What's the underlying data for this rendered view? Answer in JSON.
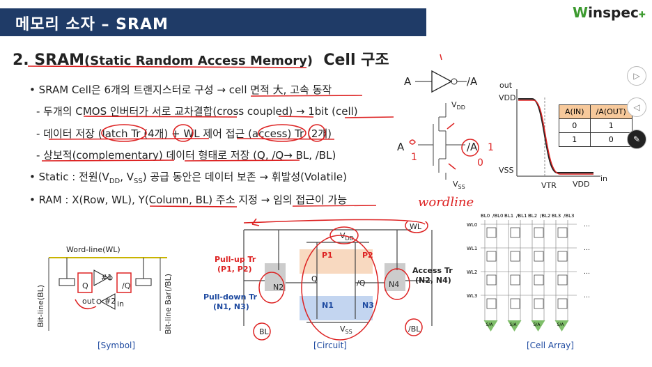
{
  "title": "메모리 소자 – SRAM",
  "logo": {
    "w": "W",
    "rest": "inspec"
  },
  "heading": {
    "main": "2. SRAM",
    "paren": "(Static Random Access Memory)",
    "tail": "Cell 구조"
  },
  "bullets": [
    "• SRAM Cell은 6개의 트랜지스터로 구성 → cell 면적 大, 고속 동작",
    "- 두개의 CMOS 인버터가 서로 교차결합(cross coupled) → 1bit (cell)",
    "- 데이터 저장 (latch Tr (4개) + WL 제어 접근 (access) Tr (2개)",
    "- 상보적(complementary) 데이터 형태로 저장 (Q, /Q→ BL, /BL)",
    "• Static : 전원(V",
    "• RAM : X(Row, WL), Y(Column, BL)  주소 지정 → 임의 접근이 가능"
  ],
  "static_line": {
    "a": "• Static : 전원(V",
    "dd": "DD",
    "b": ", V",
    "ss": "SS",
    "c": ") 공급 동안은 데이터 보존 → 휘발성(Volatile)"
  },
  "inverter": {
    "a": "A",
    "out": "/A",
    "vdd": "V",
    "vdd_sub": "DD",
    "vss": "V",
    "vss_sub": "SS",
    "a2": "A",
    "out2": "/A"
  },
  "graph": {
    "ylabel": "out",
    "xlabel": "in",
    "vdd": "VDD",
    "vss": "VSS",
    "vtr": "VTR",
    "vdd_x": "VDD"
  },
  "truth_table": {
    "headers": [
      "A(IN)",
      "/A(OUT)"
    ],
    "rows": [
      [
        "0",
        "1"
      ],
      [
        "1",
        "0"
      ]
    ]
  },
  "symbol": {
    "wordline": "Word-line(WL)",
    "bl": "Bit-line(BL)",
    "blb": "Bit-line Bar(/BL)",
    "q": "Q",
    "qb": "/Q",
    "n1": "#1",
    "n2": "#2",
    "out": "out",
    "in": "in",
    "caption": "[Symbol]"
  },
  "circuit": {
    "pullup": "Pull-up Tr",
    "pullup2": "(P1, P2)",
    "pulldown": "Pull-down Tr",
    "pulldown2": "(N1, N3)",
    "access": "Access Tr",
    "access2": "(N2, N4)",
    "vdd": "V",
    "vdd_sub": "DD",
    "vss": "V",
    "vss_sub": "SS",
    "p1": "P1",
    "p2": "P2",
    "n1": "N1",
    "n3": "N3",
    "n2": "N2",
    "n4": "N4",
    "q": "Q",
    "qb": "/Q",
    "wl": "WL",
    "bl": "BL",
    "blb": "/BL",
    "caption": "[Circuit]"
  },
  "array": {
    "cols": [
      "BL0",
      "/BL0",
      "BL1",
      "/BL1",
      "BL2",
      "/BL2",
      "BL3",
      "/BL3"
    ],
    "rows": [
      "WL0",
      "WL1",
      "WL2",
      "WL3"
    ],
    "sa": "S/A",
    "dots": "…",
    "caption": "[Cell Array]"
  },
  "annotations": {
    "wordline": "wordline"
  }
}
